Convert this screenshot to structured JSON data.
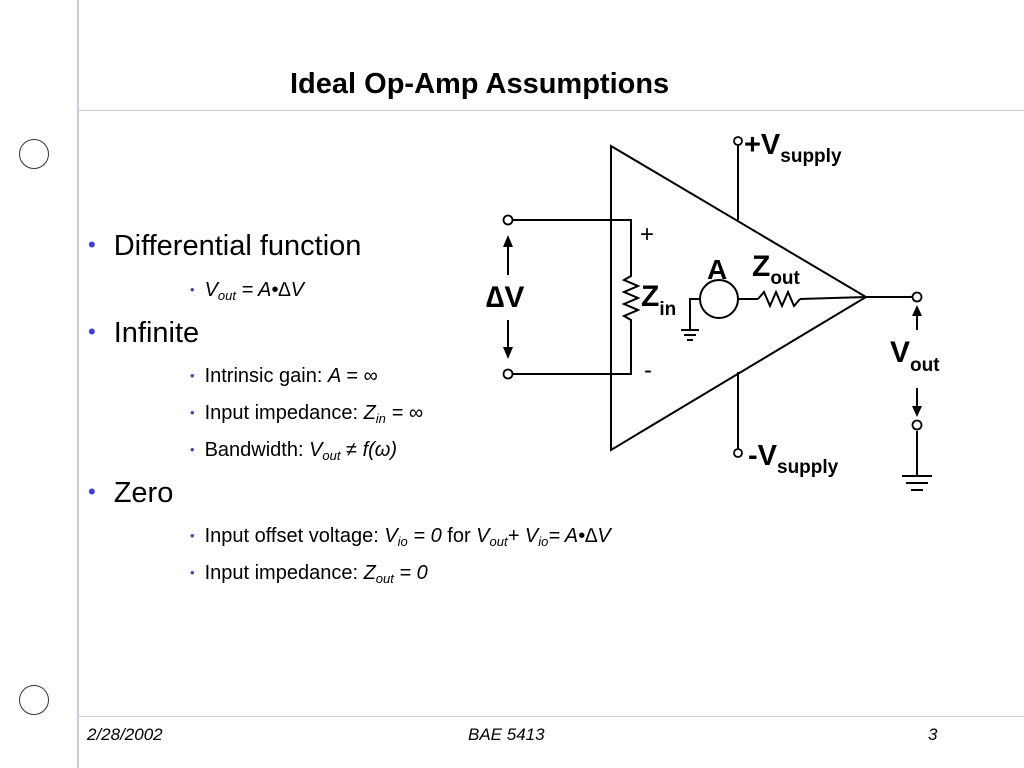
{
  "slide": {
    "title": "Ideal Op-Amp Assumptions",
    "bullets": [
      {
        "text": "Differential function",
        "subs": [
          {
            "vout": "V",
            "vout_sub": "out",
            "rest": " = A•∆V"
          }
        ]
      },
      {
        "text": "Infinite",
        "subs": [
          {
            "label": "Intrinsic gain: ",
            "expr": "A = ∞"
          },
          {
            "label": "Input impedance: ",
            "expr_var": "Z",
            "expr_sub": "in",
            "expr_rest": " = ∞"
          },
          {
            "label": "Bandwidth: ",
            "expr_var": "V",
            "expr_sub": "out",
            "expr_rest": " ≠  f(ω)"
          }
        ]
      },
      {
        "text": "Zero",
        "subs": [
          {
            "label": "Input offset voltage: ",
            "v1": "V",
            "v1_sub": "io",
            "v1_rest": " = 0",
            "mid": " for ",
            "v2": "V",
            "v2_sub": "out",
            "plus": "+ ",
            "v3": "V",
            "v3_sub": "io",
            "tail": "= A•∆V"
          },
          {
            "label": "Input impedance: ",
            "expr_var": "Z",
            "expr_sub": "out",
            "expr_rest": " = 0"
          }
        ]
      }
    ]
  },
  "diagram": {
    "plus_supply": "+V",
    "plus_supply_sub": "supply",
    "minus_supply": "-V",
    "minus_supply_sub": "supply",
    "plus_input": "+",
    "minus_input": "-",
    "delta_v": "∆V",
    "zin": "Z",
    "zin_sub": "in",
    "gain": "A",
    "zout": "Z",
    "zout_sub": "out",
    "vout": "V",
    "vout_sub": "out"
  },
  "footer": {
    "date": "2/28/2002",
    "course": "BAE 5413",
    "page": "3"
  },
  "colors": {
    "bullet": "#3a3aff",
    "rule": "#c8c8f4"
  }
}
